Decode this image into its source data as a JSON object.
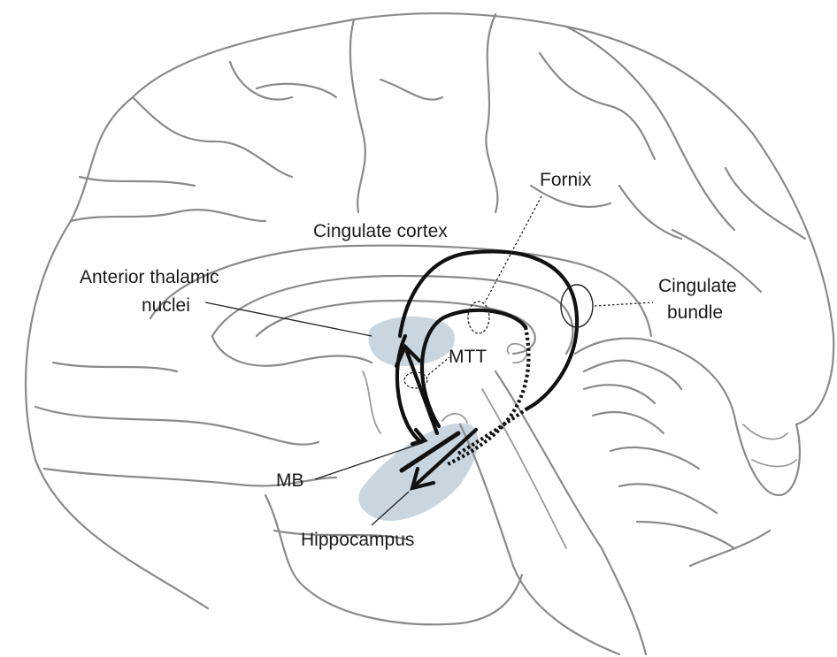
{
  "labels": {
    "fornix": "Fornix",
    "cingulate_cortex": "Cingulate cortex",
    "anterior_thalamic_line1": "Anterior thalamic",
    "anterior_thalamic_line2": "nuclei",
    "cingulate_bundle_line1": "Cingulate",
    "cingulate_bundle_line2": "bundle",
    "mtt": "MTT",
    "mb": "MB",
    "hippocampus": "Hippocampus"
  },
  "colors": {
    "highlight_region": "#c9d6e0",
    "brain_outline": "#8a8a8a",
    "pathway": "#111111",
    "text": "#1a1a1a"
  }
}
